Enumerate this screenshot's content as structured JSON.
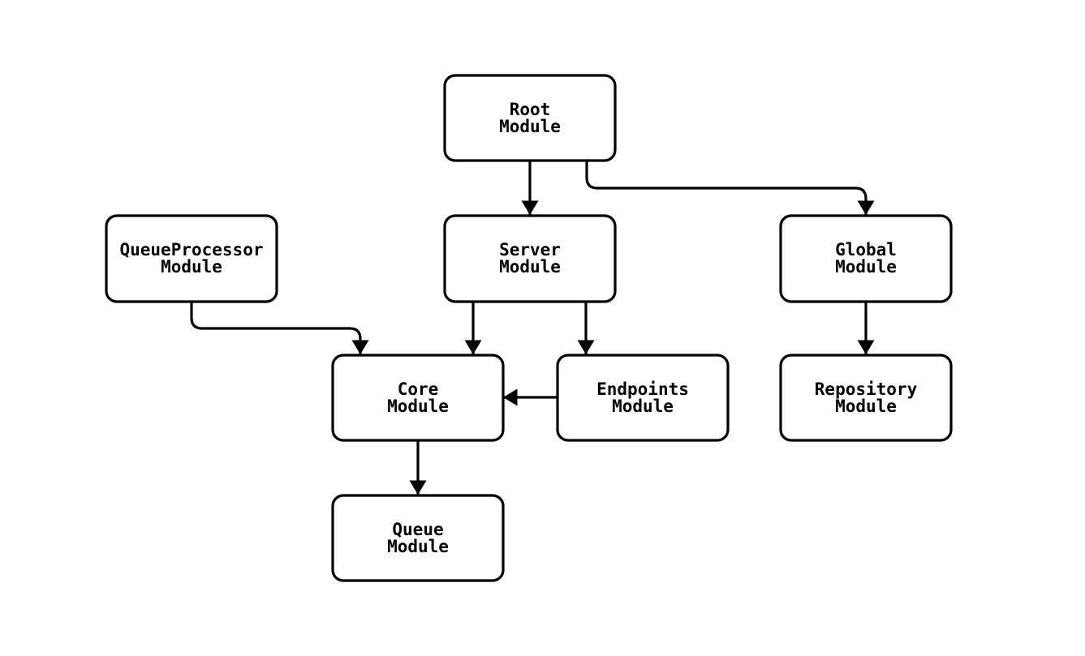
{
  "page": {
    "background_color": "#ffffff"
  },
  "diagram": {
    "type": "flowchart",
    "direction": "top-down",
    "stroke_color": "#000000",
    "node_fill_color": "#ffffff",
    "text_color": "#000000",
    "nodes": [
      {
        "id": "root",
        "line1": "Root",
        "line2": "Module",
        "full_label": "Root Module"
      },
      {
        "id": "queueprocessor",
        "line1": "QueueProcessor",
        "line2": "Module",
        "full_label": "QueueProcessor Module"
      },
      {
        "id": "server",
        "line1": "Server",
        "line2": "Module",
        "full_label": "Server Module"
      },
      {
        "id": "global",
        "line1": "Global",
        "line2": "Module",
        "full_label": "Global Module"
      },
      {
        "id": "core",
        "line1": "Core",
        "line2": "Module",
        "full_label": "Core Module"
      },
      {
        "id": "endpoints",
        "line1": "Endpoints",
        "line2": "Module",
        "full_label": "Endpoints Module"
      },
      {
        "id": "repository",
        "line1": "Repository",
        "line2": "Module",
        "full_label": "Repository Module"
      },
      {
        "id": "queue",
        "line1": "Queue",
        "line2": "Module",
        "full_label": "Queue Module"
      }
    ],
    "edges": [
      {
        "from": "root",
        "to": "server"
      },
      {
        "from": "root",
        "to": "global"
      },
      {
        "from": "queueprocessor",
        "to": "core"
      },
      {
        "from": "server",
        "to": "core"
      },
      {
        "from": "server",
        "to": "endpoints"
      },
      {
        "from": "endpoints",
        "to": "core"
      },
      {
        "from": "global",
        "to": "repository"
      },
      {
        "from": "core",
        "to": "queue"
      }
    ]
  }
}
